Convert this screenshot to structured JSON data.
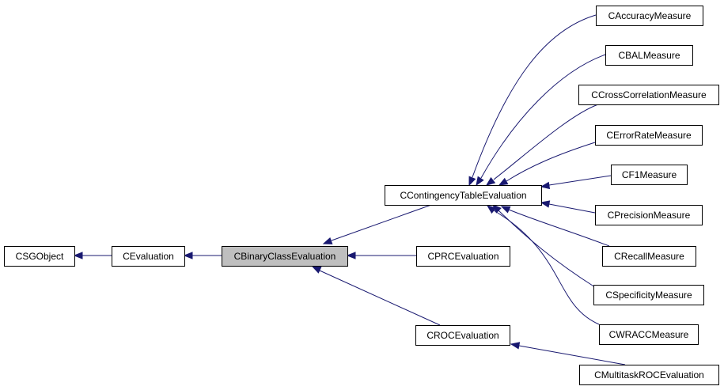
{
  "diagram": {
    "nodes": [
      {
        "id": "csgobject",
        "label": "CSGObject"
      },
      {
        "id": "cevaluation",
        "label": "CEvaluation"
      },
      {
        "id": "cbinaryclassevaluation",
        "label": "CBinaryClassEvaluation",
        "highlighted": true
      },
      {
        "id": "ccontingencytableevaluation",
        "label": "CContingencyTableEvaluation"
      },
      {
        "id": "cprcevaluation",
        "label": "CPRCEvaluation"
      },
      {
        "id": "crocevaluation",
        "label": "CROCEvaluation"
      },
      {
        "id": "caccuracymeasure",
        "label": "CAccuracyMeasure"
      },
      {
        "id": "cbalmeasure",
        "label": "CBALMeasure"
      },
      {
        "id": "ccrosscorrelationmeasure",
        "label": "CCrossCorrelationMeasure"
      },
      {
        "id": "cerrorratemeasure",
        "label": "CErrorRateMeasure"
      },
      {
        "id": "cf1measure",
        "label": "CF1Measure"
      },
      {
        "id": "cprecisionmeasure",
        "label": "CPrecisionMeasure"
      },
      {
        "id": "crecallmeasure",
        "label": "CRecallMeasure"
      },
      {
        "id": "cspecificitymeasure",
        "label": "CSpecificityMeasure"
      },
      {
        "id": "cwraccmeasure",
        "label": "CWRACCMeasure"
      },
      {
        "id": "cmultitaskrocevaluation",
        "label": "CMultitaskROCEvaluation"
      }
    ],
    "edges": [
      {
        "from": "cevaluation",
        "to": "csgobject"
      },
      {
        "from": "cbinaryclassevaluation",
        "to": "cevaluation"
      },
      {
        "from": "ccontingencytableevaluation",
        "to": "cbinaryclassevaluation"
      },
      {
        "from": "cprcevaluation",
        "to": "cbinaryclassevaluation"
      },
      {
        "from": "crocevaluation",
        "to": "cbinaryclassevaluation"
      },
      {
        "from": "caccuracymeasure",
        "to": "ccontingencytableevaluation"
      },
      {
        "from": "cbalmeasure",
        "to": "ccontingencytableevaluation"
      },
      {
        "from": "ccrosscorrelationmeasure",
        "to": "ccontingencytableevaluation"
      },
      {
        "from": "cerrorratemeasure",
        "to": "ccontingencytableevaluation"
      },
      {
        "from": "cf1measure",
        "to": "ccontingencytableevaluation"
      },
      {
        "from": "cprecisionmeasure",
        "to": "ccontingencytableevaluation"
      },
      {
        "from": "crecallmeasure",
        "to": "ccontingencytableevaluation"
      },
      {
        "from": "cspecificitymeasure",
        "to": "ccontingencytableevaluation"
      },
      {
        "from": "cwraccmeasure",
        "to": "ccontingencytableevaluation"
      },
      {
        "from": "cmultitaskrocevaluation",
        "to": "crocevaluation"
      }
    ],
    "colors": {
      "edge": "#191970",
      "highlight_fill": "#bfbfbf",
      "node_fill": "#ffffff",
      "border": "#000000"
    }
  }
}
